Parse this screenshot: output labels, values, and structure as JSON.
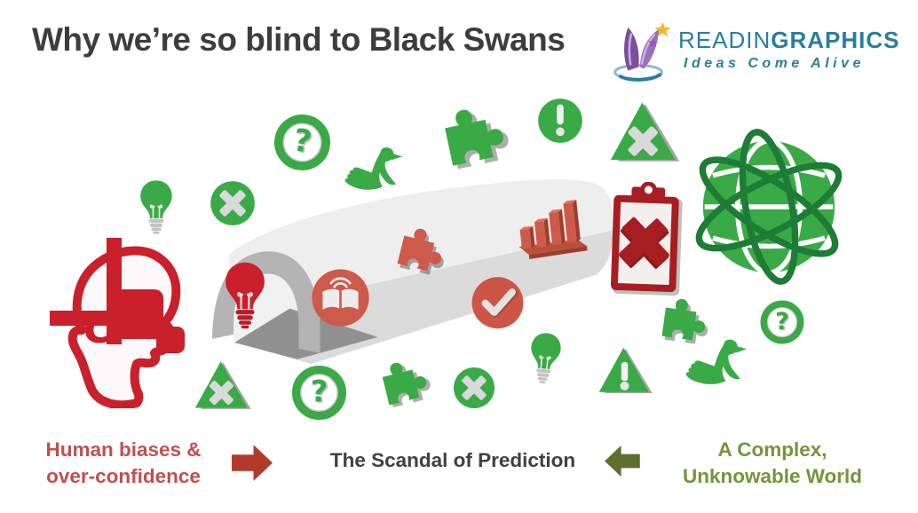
{
  "header": {
    "title": "Why we’re so blind to Black Swans"
  },
  "logo": {
    "brand_regular": "READIN",
    "brand_bold": "GRAPHICS",
    "tagline": "Ideas Come Alive"
  },
  "footer": {
    "left_label": {
      "line1": "Human biases &",
      "line2": "over-confidence"
    },
    "center_label": "The Scandal of Prediction",
    "right_label": {
      "line1": "A Complex,",
      "line2": "Unknowable World"
    }
  },
  "colors": {
    "icon_green": "#3aaa47",
    "icon_green_dark": "#1d7c35",
    "icon_red": "#c9202c",
    "icon_red_dark": "#a61e22",
    "tunnel_salmon": "#cd5a4a",
    "arrow_red": "#b23a2b",
    "arrow_olive": "#5f6d2f",
    "label_red": "#c0504d",
    "label_green": "#77933c",
    "title_gray": "#3d3d3d",
    "logo_teal": "#2a7e9c",
    "tunnel_gray": "#efeeee"
  },
  "icons": {
    "left_cluster": [
      "lightbulb-icon",
      "circle-x-icon",
      "blindfolded-head-icon"
    ],
    "top_row": [
      "question-ring-icon",
      "swan-icon",
      "puzzle-icon",
      "exclamation-circle-icon",
      "triangle-x-icon"
    ],
    "tunnel_items": [
      "tunnel-shape",
      "red-lightbulb-icon",
      "open-book-circle-icon",
      "red-puzzle-icon",
      "bar-chart-icon",
      "check-circle-icon",
      "clipboard-x-icon"
    ],
    "right_cluster": [
      "globe-orbits-icon",
      "puzzle-icon",
      "question-ring-icon",
      "swan-icon",
      "warning-triangle-icon"
    ],
    "bottom_row": [
      "triangle-x-icon",
      "question-ring-icon",
      "puzzle-icon",
      "circle-x-icon",
      "lightbulb-icon"
    ],
    "footer_arrows": [
      "right-arrow-icon",
      "left-arrow-icon"
    ]
  }
}
